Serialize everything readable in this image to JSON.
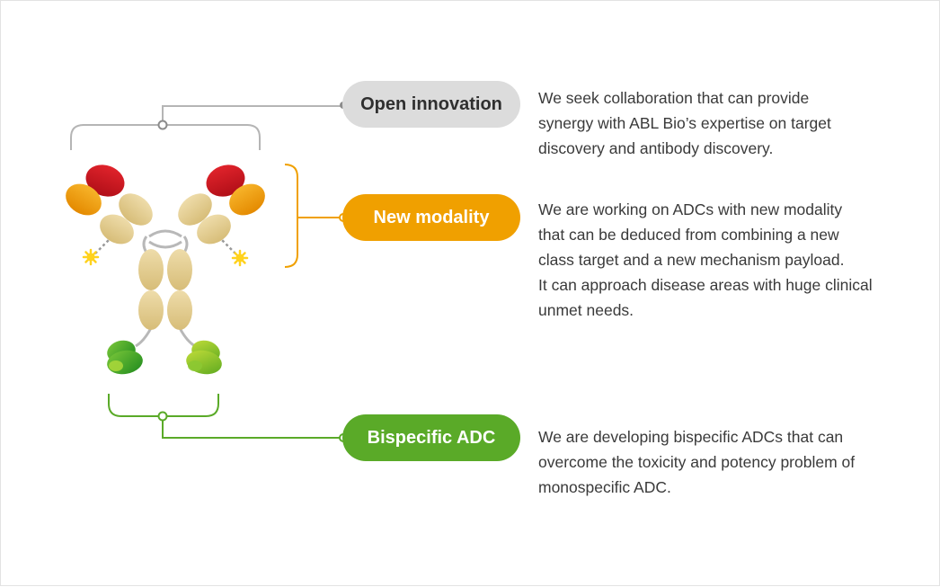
{
  "items": [
    {
      "label": "Open innovation",
      "lines": [
        "We seek collaboration that can provide",
        "synergy with ABL Bio’s expertise on target",
        "discovery and antibody discovery."
      ]
    },
    {
      "label": "New modality",
      "lines": [
        "We are working on ADCs with new modality",
        "that can be deduced from combining a new",
        "class target and a new mechanism payload.",
        "It can approach disease areas with huge clinical",
        "unmet needs."
      ]
    },
    {
      "label": "Bispecific ADC",
      "lines": [
        "We are developing bispecific ADCs that can",
        "overcome the  toxicity and potency problem of",
        "monospecific ADC."
      ]
    }
  ],
  "colors": {
    "open_pill": "#dcdcdc",
    "new_modality": "#f0a000",
    "bispecific": "#5aaa28",
    "heavy_chain": "#e3c98a",
    "variable_red": "#c8141e",
    "variable_orange": "#f0a000",
    "payload": "#ffd21e",
    "binding_green": "#4caf28"
  }
}
